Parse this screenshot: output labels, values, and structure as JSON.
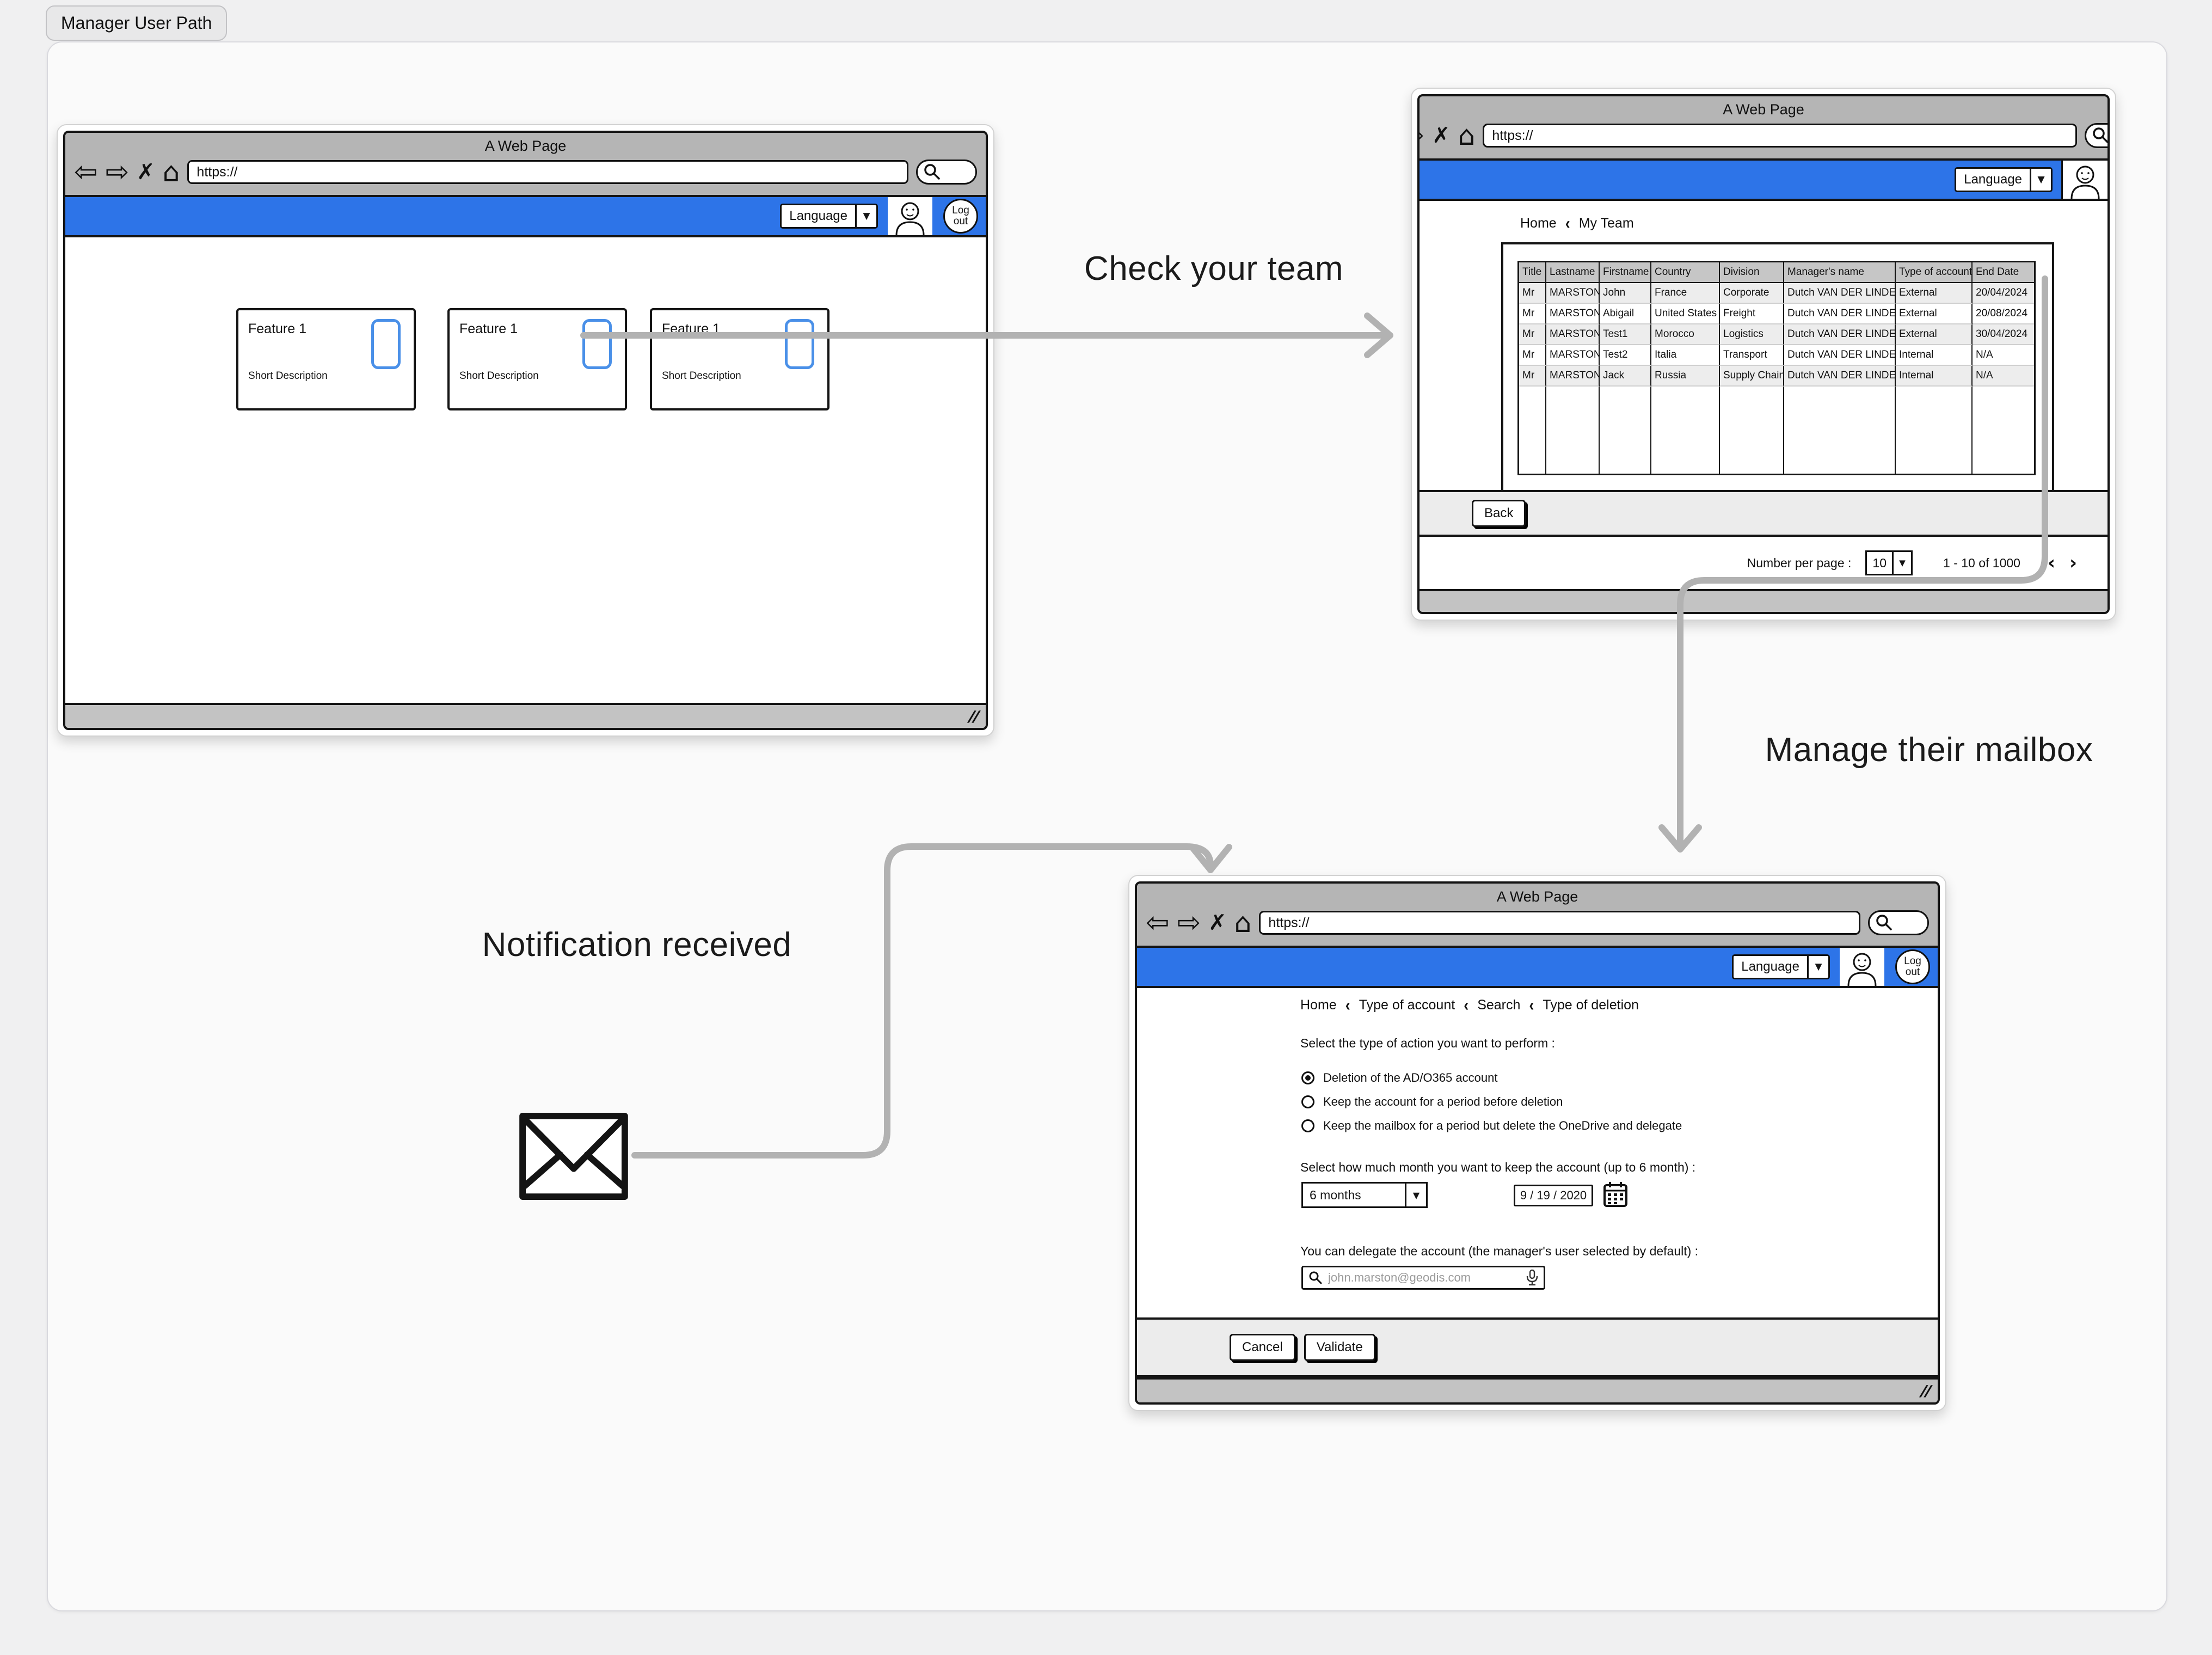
{
  "page": {
    "flow_tab": "Manager User Path"
  },
  "labels": {
    "check_team": "Check your team",
    "manage_mailbox": "Manage their mailbox",
    "notification": "Notification received"
  },
  "icons": {
    "back": "⇦",
    "forward": "⇨",
    "close": "✗",
    "home": "⌂",
    "caret": "▼",
    "resize": "//",
    "crumb_sep": "‹",
    "prev": "‹",
    "next": "›"
  },
  "colors": {
    "navbar_blue": "#2D74E8",
    "card_icon_blue": "#4A90E8",
    "arrow_gray": "#B2B2B2"
  },
  "window1": {
    "title": "A Web Page",
    "url": "https://",
    "nav": {
      "language": "Language",
      "logout": "Logout"
    },
    "cards": [
      {
        "title": "Feature 1",
        "desc": "Short Description"
      },
      {
        "title": "Feature 1",
        "desc": "Short Description"
      },
      {
        "title": "Feature 1",
        "desc": "Short Description"
      }
    ]
  },
  "window2": {
    "title": "A Web Page",
    "url": "https://",
    "nav": {
      "language": "Language"
    },
    "breadcrumb": [
      "Home",
      "My Team"
    ],
    "table": {
      "columns": [
        "Title",
        "Lastname",
        "Firstname",
        "Country",
        "Division",
        "Manager's name",
        "Type of account",
        "End Date"
      ],
      "rows": [
        [
          "Mr",
          "MARSTON",
          "John",
          "France",
          "Corporate",
          "Dutch VAN DER LINDE",
          "External",
          "20/04/2024"
        ],
        [
          "Mr",
          "MARSTON",
          "Abigail",
          "United States",
          "Freight",
          "Dutch VAN DER LINDE",
          "External",
          "20/08/2024"
        ],
        [
          "Mr",
          "MARSTON",
          "Test1",
          "Morocco",
          "Logistics",
          "Dutch VAN DER LINDE",
          "External",
          "30/04/2024"
        ],
        [
          "Mr",
          "MARSTON",
          "Test2",
          "Italia",
          "Transport",
          "Dutch VAN DER LINDE",
          "Internal",
          "N/A"
        ],
        [
          "Mr",
          "MARSTON",
          "Jack",
          "Russia",
          "Supply Chain",
          "Dutch VAN DER LINDE",
          "Internal",
          "N/A"
        ]
      ]
    },
    "back_label": "Back",
    "pagination": {
      "label": "Number per page :",
      "per_page": "10",
      "range": "1 - 10 of 1000"
    }
  },
  "window3": {
    "title": "A Web Page",
    "url": "https://",
    "nav": {
      "language": "Language",
      "logout": "Logout"
    },
    "breadcrumb": [
      "Home",
      "Type of account",
      "Search",
      "Type of deletion"
    ],
    "action_label": "Select the type of action you want to perform :",
    "radios": [
      {
        "label": "Deletion of the AD/O365 account",
        "selected": true
      },
      {
        "label": "Keep the account for a period before deletion",
        "selected": false
      },
      {
        "label": "Keep the mailbox for a period but delete the OneDrive and delegate",
        "selected": false
      }
    ],
    "month_label": "Select how much month you want to keep the account (up to 6 month) :",
    "month_value": "6 months",
    "date_value": "9 / 19 / 2020",
    "delegate_label": "You can delegate the account (the manager's user selected by default) :",
    "delegate_placeholder": "john.marston@geodis.com",
    "cancel_label": "Cancel",
    "validate_label": "Validate"
  }
}
